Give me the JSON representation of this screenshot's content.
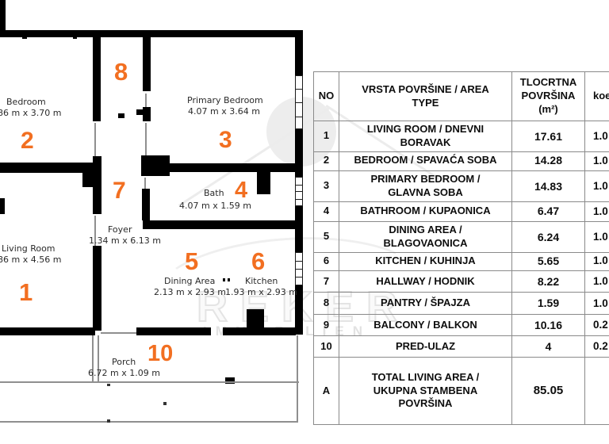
{
  "floor_plan": {
    "accent_color": "#f26f21",
    "rooms": [
      {
        "num": "1",
        "label": "Living Room",
        "dims": "86 m x 4.56 m"
      },
      {
        "num": "2",
        "label": "Bedroom",
        "dims": "86 m x 3.70 m"
      },
      {
        "num": "3",
        "label": "Primary Bedroom",
        "dims": "4.07 m x 3.64 m"
      },
      {
        "num": "4",
        "label": "Bath",
        "dims": "4.07 m x 1.59 m"
      },
      {
        "num": "5",
        "label": "Dining Area",
        "dims": "2.13 m x 2.93 m"
      },
      {
        "num": "6",
        "label": "Kitchen",
        "dims": "1.93 m x 2.93 m"
      },
      {
        "num": "7",
        "label": "Foyer",
        "dims": "1.34 m x 6.13 m"
      },
      {
        "num": "8",
        "label": "",
        "dims": ""
      },
      {
        "num": "10",
        "label": "Porch",
        "dims": "6.72 m x 1.09 m"
      }
    ]
  },
  "watermark": {
    "brand": "REKER",
    "sub": "IMMOBILIEN"
  },
  "area_table": {
    "headers": {
      "no": "NO",
      "type": "VRSTA POVRŠINE / AREA TYPE",
      "area": "TLOCRTNA POVRŠINA",
      "area_unit": "(m²)",
      "coef": "koe"
    },
    "rows": [
      {
        "no": "1",
        "type": "LIVING ROOM / DNEVNI BORAVAK",
        "area": "17.61",
        "coef": "1.0"
      },
      {
        "no": "2",
        "type": "BEDROOM / SPAVAĆA SOBA",
        "area": "14.28",
        "coef": "1.0"
      },
      {
        "no": "3",
        "type": "PRIMARY BEDROOM / GLAVNA SOBA",
        "area": "14.83",
        "coef": "1.0"
      },
      {
        "no": "4",
        "type": "BATHROOM / KUPAONICA",
        "area": "6.47",
        "coef": "1.0"
      },
      {
        "no": "5",
        "type": "DINING AREA / BLAGOVAONICA",
        "area": "6.24",
        "coef": "1.0"
      },
      {
        "no": "6",
        "type": "KITCHEN / KUHINJA",
        "area": "5.65",
        "coef": "1.0"
      },
      {
        "no": "7",
        "type": "HALLWAY / HODNIK",
        "area": "8.22",
        "coef": "1.0"
      },
      {
        "no": "8",
        "type": "PANTRY / ŠPAJZA",
        "area": "1.59",
        "coef": "1.0"
      },
      {
        "no": "9",
        "type": "BALCONY / BALKON",
        "area": "10.16",
        "coef": "0.2"
      },
      {
        "no": "10",
        "type": "PRED-ULAZ",
        "area": "4",
        "coef": "0.2"
      },
      {
        "no": "A",
        "type": "TOTAL LIVING AREA / UKUPNA STAMBENA POVRŠINA",
        "area": "85.05",
        "coef": ""
      }
    ]
  }
}
